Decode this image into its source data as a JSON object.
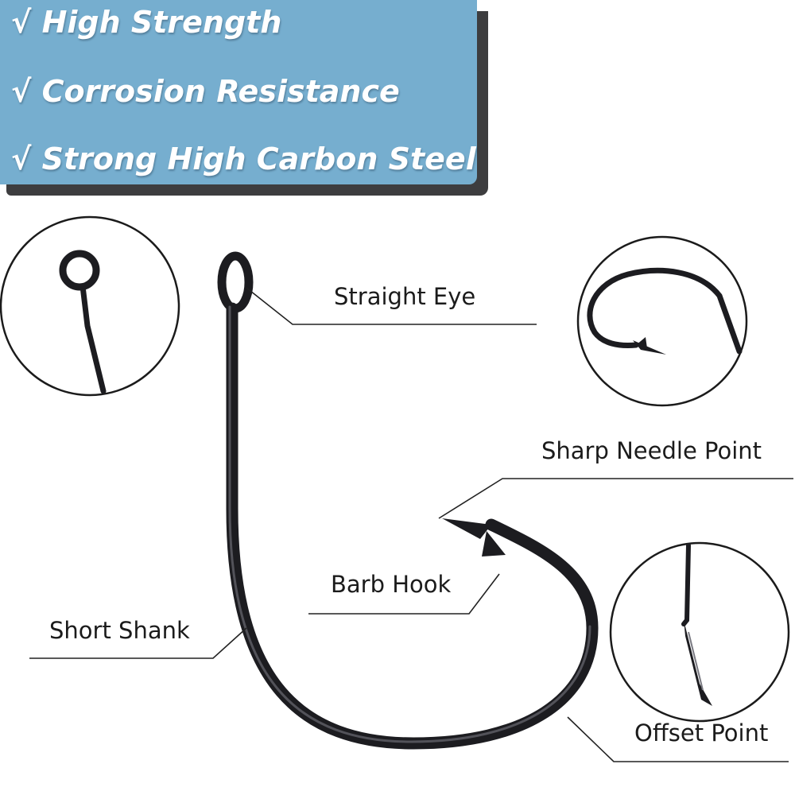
{
  "features": [
    "√ High Strength",
    "√ Corrosion Resistance",
    "√ Strong High Carbon Steel"
  ],
  "labels": {
    "straight_eye": "Straight Eye",
    "sharp_needle_point": "Sharp Needle Point",
    "barb_hook": "Barb Hook",
    "short_shank": "Short Shank",
    "offset_point": "Offset Point"
  },
  "colors": {
    "banner": "#76aecf",
    "banner_shadow": "#3d3d3f",
    "hook_metal": "#1c1c20",
    "text": "#1b1b1b"
  }
}
